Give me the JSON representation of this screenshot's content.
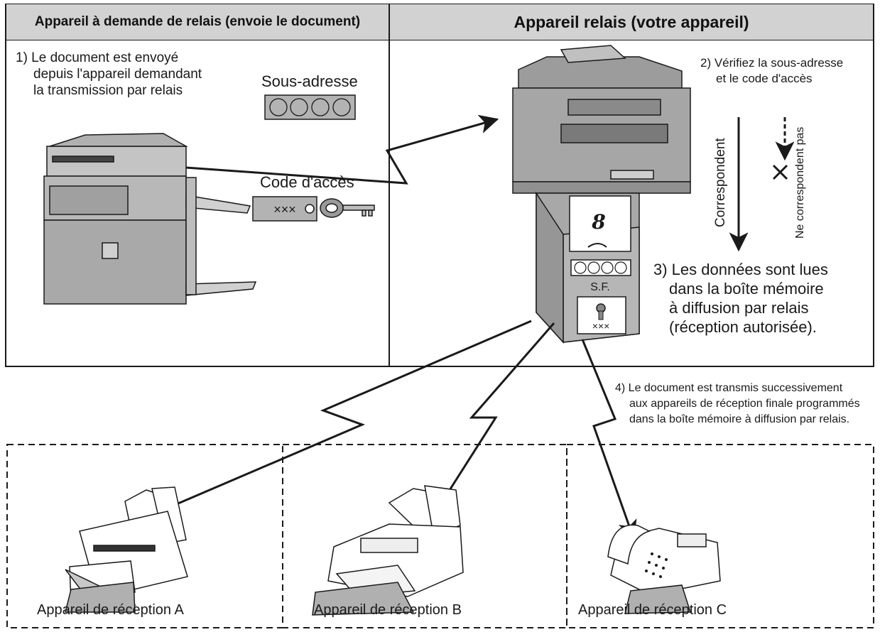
{
  "headers": {
    "left": "Appareil à demande de relais (envoie le document)",
    "right": "Appareil relais (votre appareil)"
  },
  "step1": [
    "1) Le document est envoyé",
    "depuis l'appareil demandant",
    "la transmission par relais"
  ],
  "sub_address_label": "Sous-adresse",
  "access_code_label": "Code d'accès",
  "access_code_value": "×××",
  "step2": [
    "2) Vérifiez la sous-adresse",
    "et le code d'accès"
  ],
  "match_label": "Correspondent",
  "nomatch_label": "Ne correspondent pas",
  "box_label": "S.F.",
  "box_code": "×××",
  "doc_glyph": "8",
  "step3": [
    "3) Les données sont lues",
    "dans la boîte mémoire",
    "à diffusion par relais",
    "(réception autorisée)."
  ],
  "step4": [
    "4) Le document est transmis successivement",
    "aux appareils de réception finale programmés",
    "dans la boîte mémoire à diffusion par relais."
  ],
  "receivers": [
    "Appareil de réception A",
    "Appareil de réception B",
    "Appareil de réception C"
  ],
  "colors": {
    "header_bg": "#d2d2d2",
    "machine_gray": "#a9a9a9",
    "line": "#1a1a1a"
  }
}
